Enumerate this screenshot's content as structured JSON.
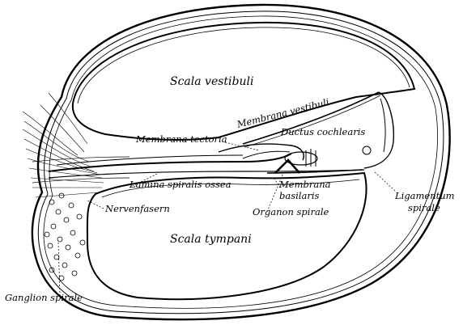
{
  "labels": {
    "scala_vestibuli": "Scala vestibuli",
    "membrana_vestibuli": "Membrana vestibuli",
    "membrana_tectoria": "Membrana tectoria",
    "ductus_cochlearis": "Ductus cochlearis",
    "lamina_spiralis_ossea": "Lamina spiralis ossea",
    "membrana_basilaris_1": "Membrana",
    "membrana_basilaris_2": "basilaris",
    "ligamentum_spirale_1": "Ligamentum",
    "ligamentum_spirale_2": "spirale",
    "nervenfasern": "Nervenfasern",
    "organon_spirale": "Organon spirale",
    "scala_tympani": "Scala tympani",
    "ganglion_spirale": "Ganglion spirale"
  }
}
